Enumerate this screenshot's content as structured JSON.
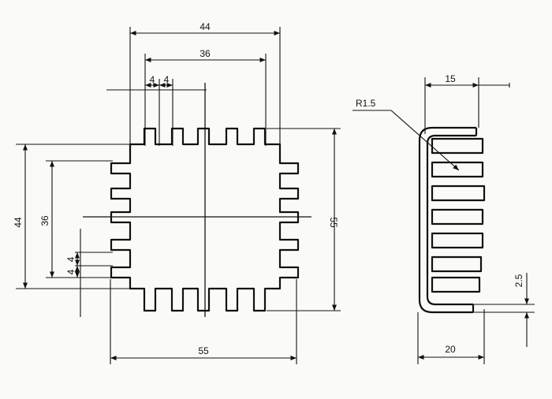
{
  "drawing": {
    "colors": {
      "ink": "#111111",
      "paper": "#fafaf7"
    },
    "front_view": {
      "overall_width": "44",
      "inner_width": "36",
      "fin_pitch_a": "4",
      "fin_pitch_b": "4",
      "overall_height": "44",
      "inner_height": "36",
      "left_pitch_a": "4",
      "left_pitch_b": "4",
      "right_height": "55",
      "bottom_width": "55"
    },
    "side_view": {
      "fin_depth": "15",
      "bend_radius": "R1.5",
      "thickness": "2.5",
      "overall_depth": "20"
    }
  }
}
